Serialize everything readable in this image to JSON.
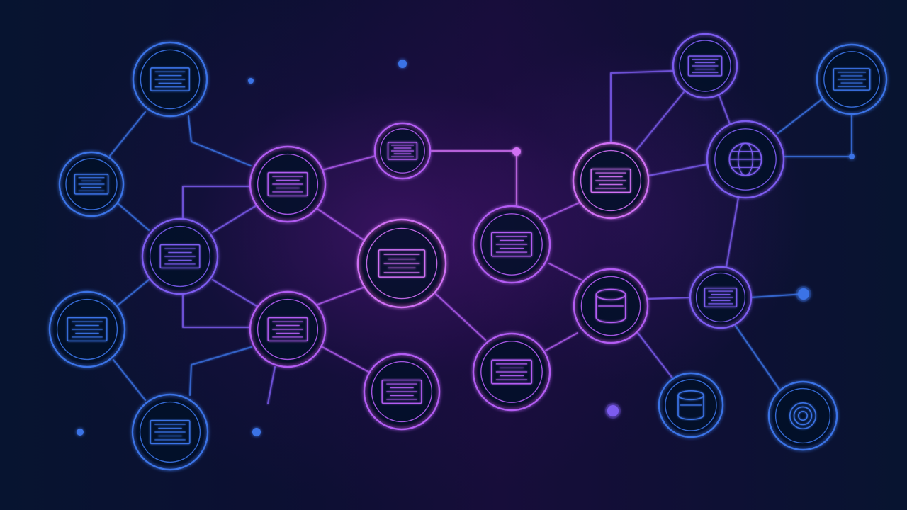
{
  "colors": {
    "background": "#0a0c24",
    "blue": "#3b73e6",
    "violet": "#7d5cf0",
    "magenta": "#b25cf2",
    "pink": "#d070f4"
  },
  "nodes": [
    {
      "id": "n-top-left",
      "icon": "document-lines-icon",
      "tone": "blue"
    },
    {
      "id": "n-left-upper",
      "icon": "document-lines-icon",
      "tone": "blue"
    },
    {
      "id": "n-left-mid",
      "icon": "document-lines-icon",
      "tone": "violet"
    },
    {
      "id": "n-left-lower",
      "icon": "document-lines-icon",
      "tone": "blue"
    },
    {
      "id": "n-bottom-left",
      "icon": "document-lines-icon",
      "tone": "blue"
    },
    {
      "id": "n-center-upper-left",
      "icon": "document-lines-icon",
      "tone": "magenta"
    },
    {
      "id": "n-center-lower-left",
      "icon": "document-lines-icon",
      "tone": "magenta"
    },
    {
      "id": "n-center-top",
      "icon": "document-lines-icon",
      "tone": "magenta"
    },
    {
      "id": "n-center-hub",
      "icon": "document-lines-icon",
      "tone": "pink"
    },
    {
      "id": "n-center-bottom",
      "icon": "document-lines-icon",
      "tone": "magenta"
    },
    {
      "id": "n-mid-right-upper",
      "icon": "document-lines-icon",
      "tone": "magenta"
    },
    {
      "id": "n-mid-right-lower",
      "icon": "document-lines-icon",
      "tone": "magenta"
    },
    {
      "id": "n-right-upper",
      "icon": "document-lines-icon",
      "tone": "pink"
    },
    {
      "id": "n-right-hub",
      "icon": "database-icon",
      "tone": "magenta"
    },
    {
      "id": "n-far-right-top",
      "icon": "document-lines-icon",
      "tone": "violet"
    },
    {
      "id": "n-far-right-globe",
      "icon": "globe-icon",
      "tone": "violet"
    },
    {
      "id": "n-far-right-mid",
      "icon": "document-lines-icon",
      "tone": "violet"
    },
    {
      "id": "n-corner-top-right",
      "icon": "document-lines-icon",
      "tone": "blue"
    },
    {
      "id": "n-bottom-right-drum",
      "icon": "database-icon",
      "tone": "blue"
    },
    {
      "id": "n-bottom-right-target",
      "icon": "target-icon",
      "tone": "blue"
    }
  ],
  "endpoints": [
    {
      "id": "dot-top-left-arm",
      "tone": "blue"
    },
    {
      "id": "dot-top-center",
      "tone": "blue"
    },
    {
      "id": "dot-upper-center",
      "tone": "pink"
    },
    {
      "id": "dot-bottom-left-a",
      "tone": "blue"
    },
    {
      "id": "dot-bottom-left-b",
      "tone": "blue"
    },
    {
      "id": "dot-lower-right",
      "tone": "violet"
    },
    {
      "id": "dot-right-mid",
      "tone": "blue"
    },
    {
      "id": "dot-far-right",
      "tone": "blue"
    }
  ]
}
